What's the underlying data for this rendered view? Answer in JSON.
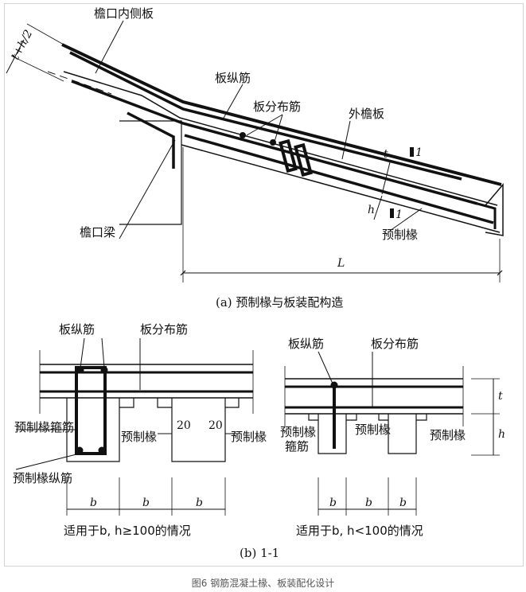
{
  "panel_a": {
    "label_eave_inner_slab": "檐口内侧板",
    "label_slab_long_bar": "板纵筋",
    "label_slab_dist_bar": "板分布筋",
    "label_outer_eave_slab": "外檐板",
    "label_eave_beam": "檐口梁",
    "label_precast_rafter": "预制椽",
    "dim_t_h2": "t+h/2",
    "dim_t": "t",
    "dim_h": "h",
    "dim_L": "L",
    "section_mark": "1",
    "caption": "(a) 预制椽与板装配构造"
  },
  "panel_b_left": {
    "label_slab_long_bar": "板纵筋",
    "label_slab_dist_bar": "板分布筋",
    "label_rafter_stirrup": "预制椽箍筋",
    "label_precast_rafter": "预制椽",
    "label_precast_rafter_2": "预制椽",
    "label_rafter_long_bar": "预制椽纵筋",
    "dim_20a": "20",
    "dim_20b": "20",
    "dim_b": "b",
    "condition": "适用于b, h≥100的情况"
  },
  "panel_b_right": {
    "label_slab_long_bar": "板纵筋",
    "label_slab_dist_bar": "板分布筋",
    "label_precast_rafter_stirrup_1": "预制椽",
    "label_precast_rafter_stirrup_2": "箍筋",
    "label_precast_rafter": "预制椽",
    "label_precast_rafter_2": "预制椽",
    "dim_t": "t",
    "dim_h": "h",
    "dim_b": "b",
    "condition": "适用于b, h<100的情况"
  },
  "panel_b_caption": "(b) 1-1",
  "figure_caption": "图6 钢筋混凝土椽、板装配化设计"
}
